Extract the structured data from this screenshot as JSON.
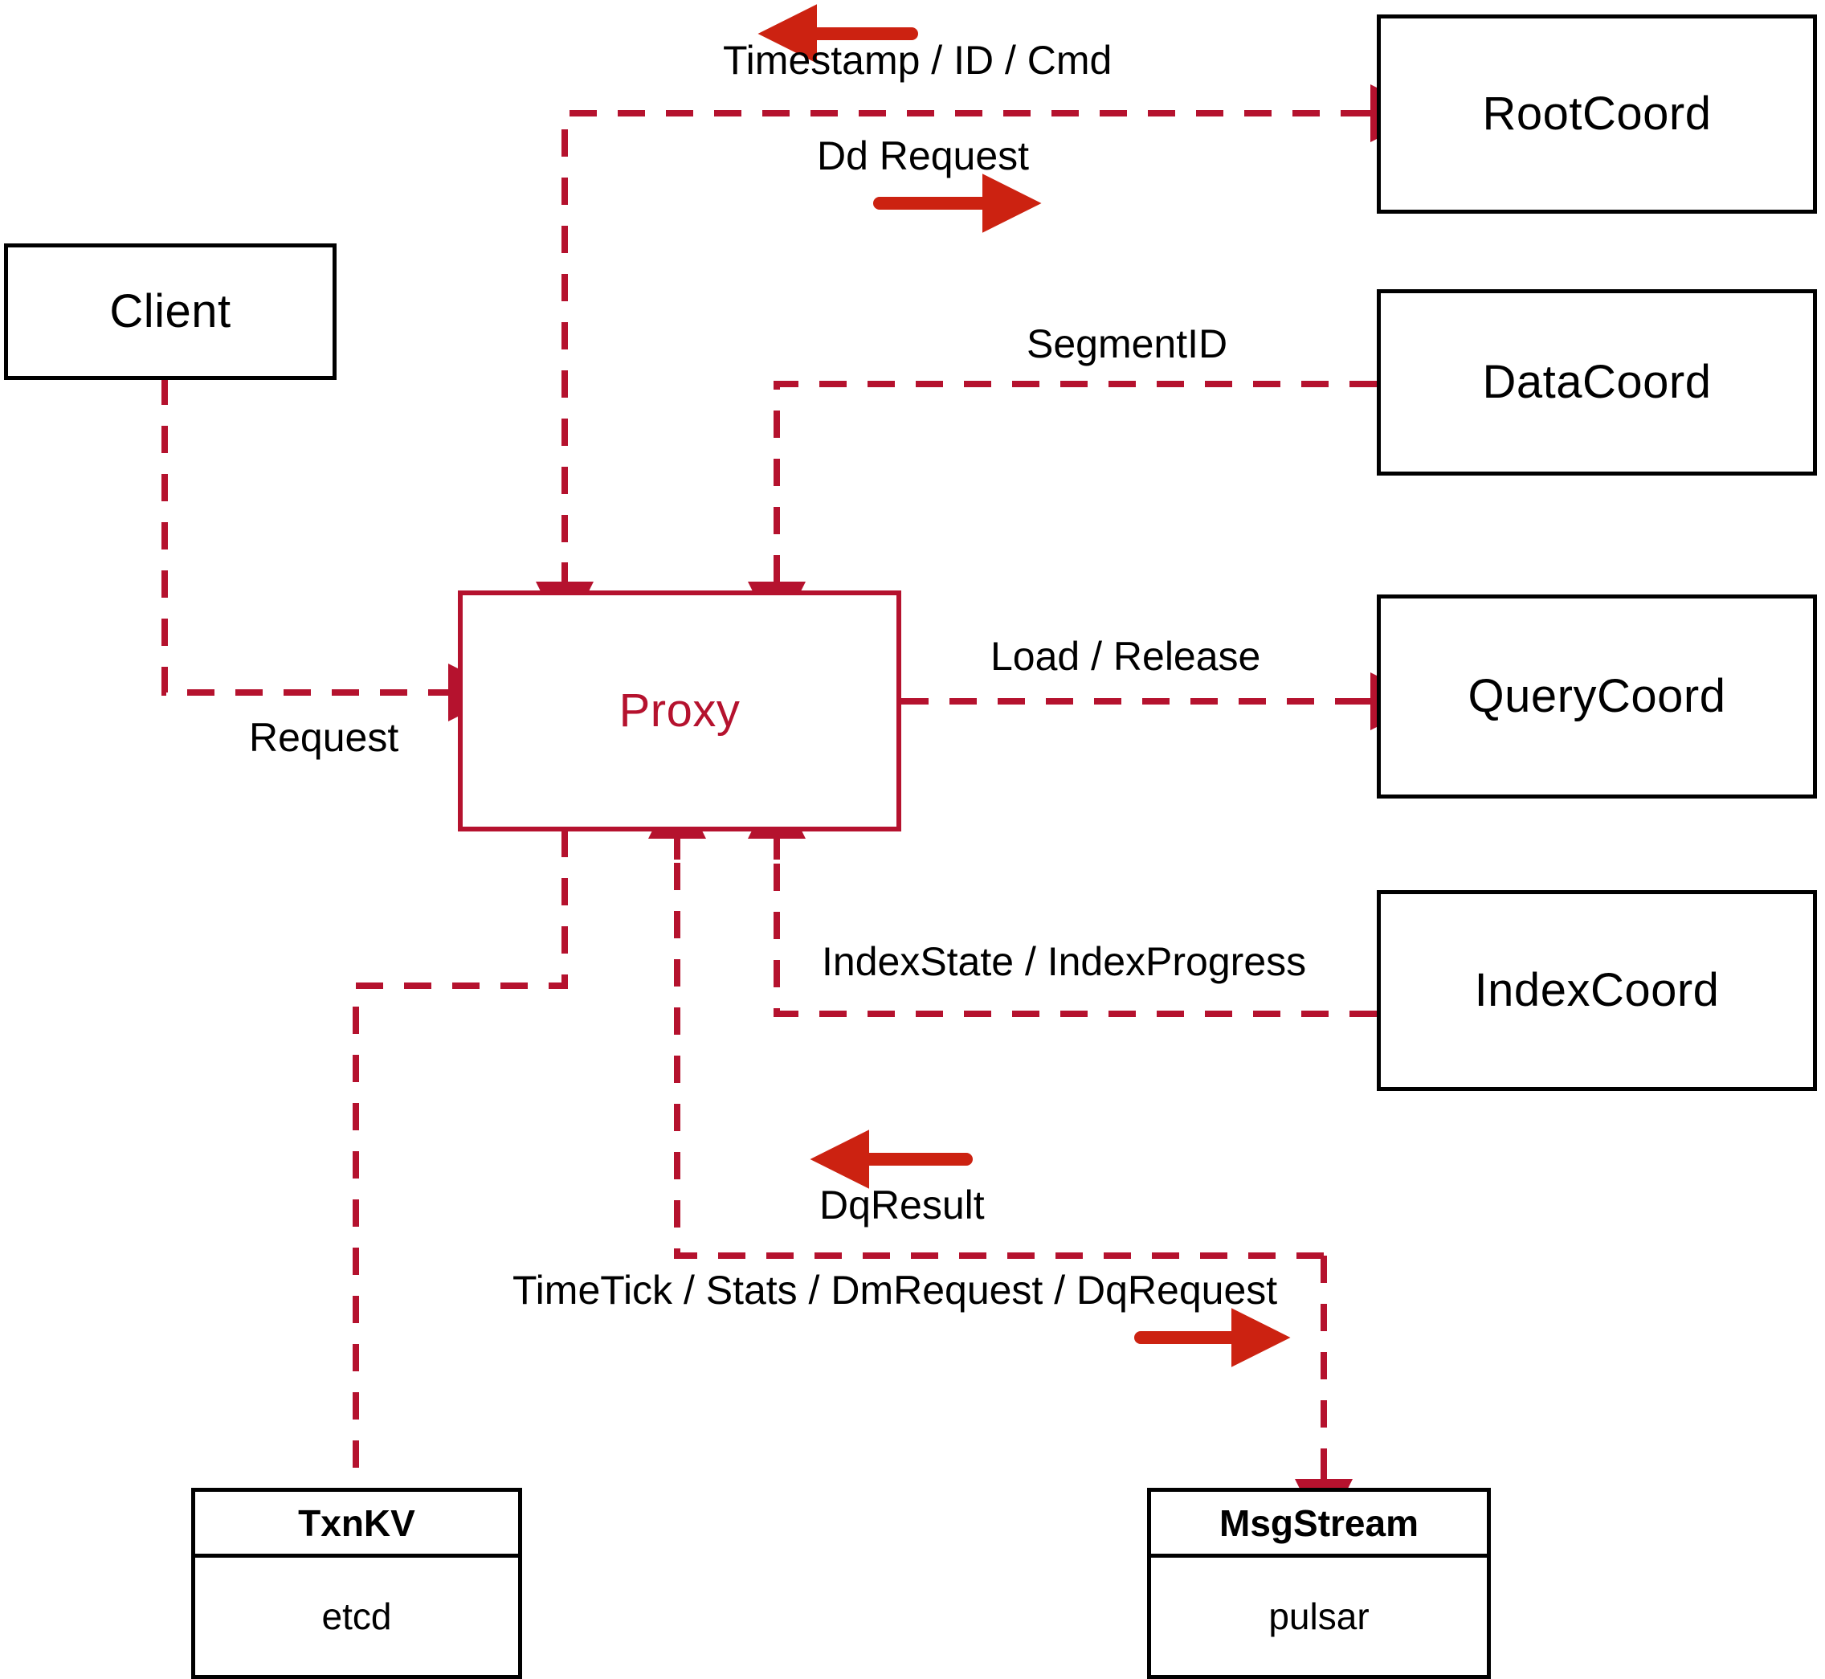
{
  "diagram": {
    "title": "Milvus Proxy interaction diagram",
    "colors": {
      "node_stroke_black": "#000000",
      "node_stroke_red": "#B5122E",
      "dashed_edge": "#B5122E",
      "solid_arrow": "#CC2211",
      "background": "#FFFFFF",
      "text": "#000000"
    }
  },
  "nodes": {
    "client": {
      "label": "Client"
    },
    "proxy": {
      "label": "Proxy"
    },
    "rootcoord": {
      "label": "RootCoord"
    },
    "datacoord": {
      "label": "DataCoord"
    },
    "querycoord": {
      "label": "QueryCoord"
    },
    "indexcoord": {
      "label": "IndexCoord"
    },
    "txnkv": {
      "title": "TxnKV",
      "impl": "etcd"
    },
    "msgstream": {
      "title": "MsgStream",
      "impl": "pulsar"
    }
  },
  "edge_labels": {
    "timestamp_id_cmd": "Timestamp / ID / Cmd",
    "dd_request": "Dd Request",
    "segment_id": "SegmentID",
    "request": "Request",
    "load_release": "Load / Release",
    "index_state_progress": "IndexState / IndexProgress",
    "dq_result": "DqResult",
    "timetick_stats": "TimeTick / Stats / DmRequest / DqRequest"
  }
}
